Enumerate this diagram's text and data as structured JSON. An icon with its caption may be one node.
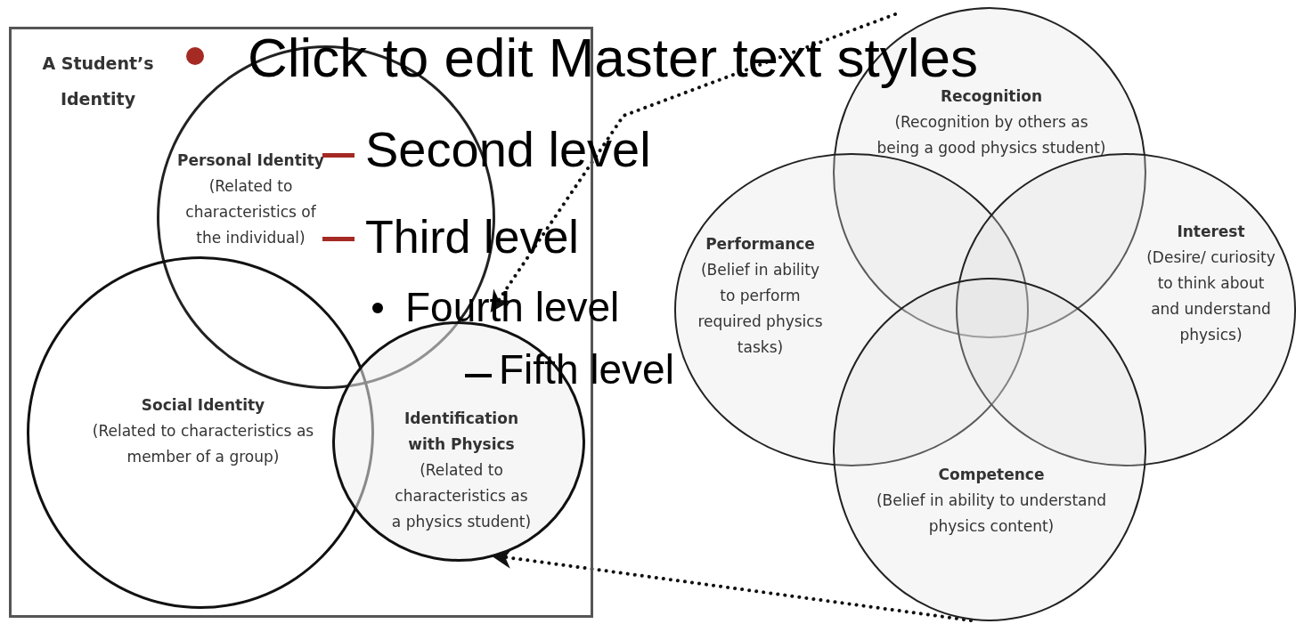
{
  "diagram": {
    "nodes": [
      {
        "text": [
          "A Student’s Identity"
        ]
      },
      {
        "text": [
          "Personal Identity",
          "(Related to characteristics of the individual)"
        ],
        "in": 0
      },
      {
        "text": [
          "Social Identity",
          "(Related to characteristics as member of a group)"
        ],
        "in": 0
      },
      {
        "text": [
          "Identification with Physics",
          "(Related to characteristics as a physics student)"
        ],
        "in": 0
      },
      {
        "text": [
          "Recognition",
          "(Recognition by others as being a good physics student)"
        ]
      },
      {
        "text": [
          "Performance",
          "(Belief in ability to perform required physics tasks)"
        ]
      },
      {
        "text": [
          "Interest",
          "(Desire/ curiosity to think about and understand physics)"
        ]
      },
      {
        "text": [
          "Competence",
          "(Belief in ability to understand  physics content)"
        ]
      }
    ],
    "edges": [
      {
        "from": 4,
        "to": 3,
        "arrow": "to",
        "style": "dashed"
      },
      {
        "from": 7,
        "to": 3,
        "arrow": "to",
        "style": "dashed"
      }
    ],
    "labels": [
      "Click to edit Master text styles",
      "Second level",
      "Third level",
      "Fourth level",
      "Fifth level"
    ]
  }
}
